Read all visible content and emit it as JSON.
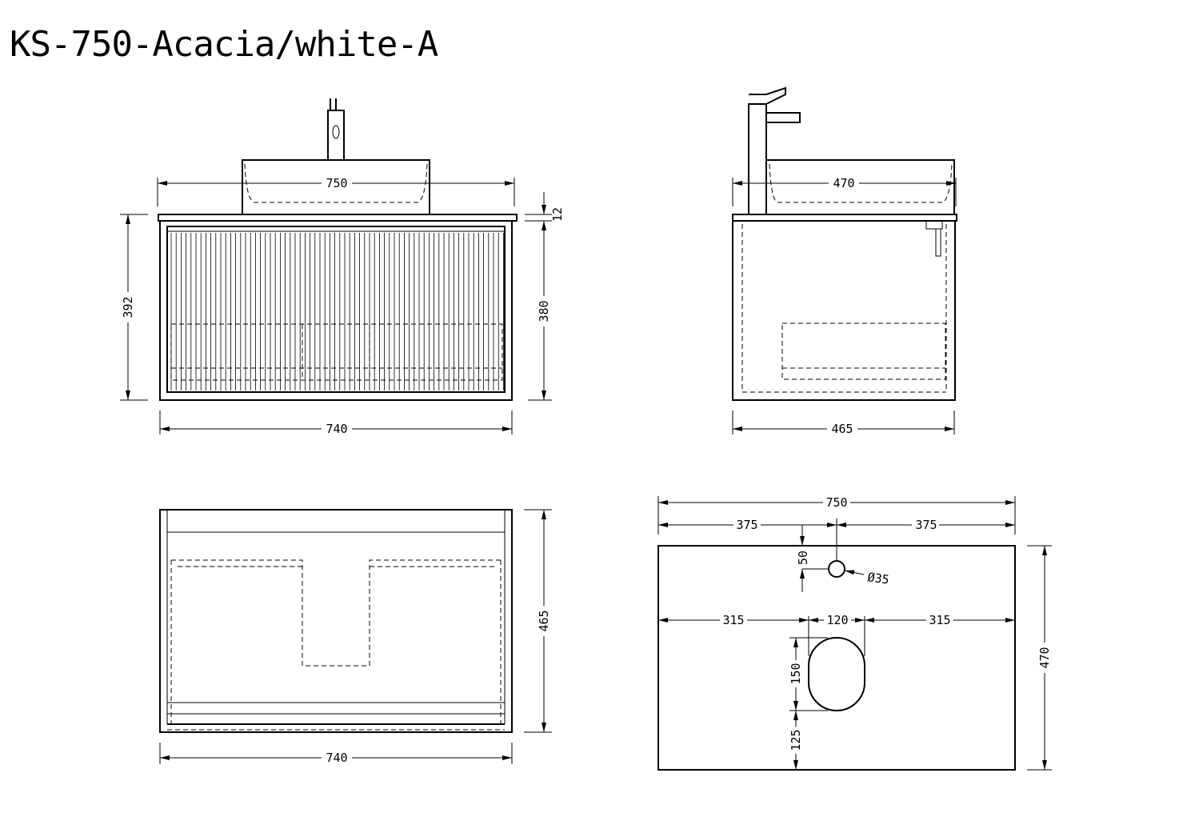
{
  "title": "KS-750-Acacia/white-A",
  "front_view": {
    "top_width": "750",
    "cabinet_width": "740",
    "total_height": "392",
    "cabinet_height": "380",
    "top_thickness": "12"
  },
  "side_view": {
    "top_depth": "470",
    "cabinet_depth": "465"
  },
  "plan_view": {
    "depth": "465",
    "width": "740"
  },
  "top_view": {
    "width": "750",
    "half_left": "375",
    "half_right": "375",
    "tap_offset": "50",
    "tap_hole": "Ø35",
    "left_offset": "315",
    "waste_width": "120",
    "right_offset": "315",
    "waste_length": "150",
    "waste_front": "125",
    "depth": "470"
  }
}
